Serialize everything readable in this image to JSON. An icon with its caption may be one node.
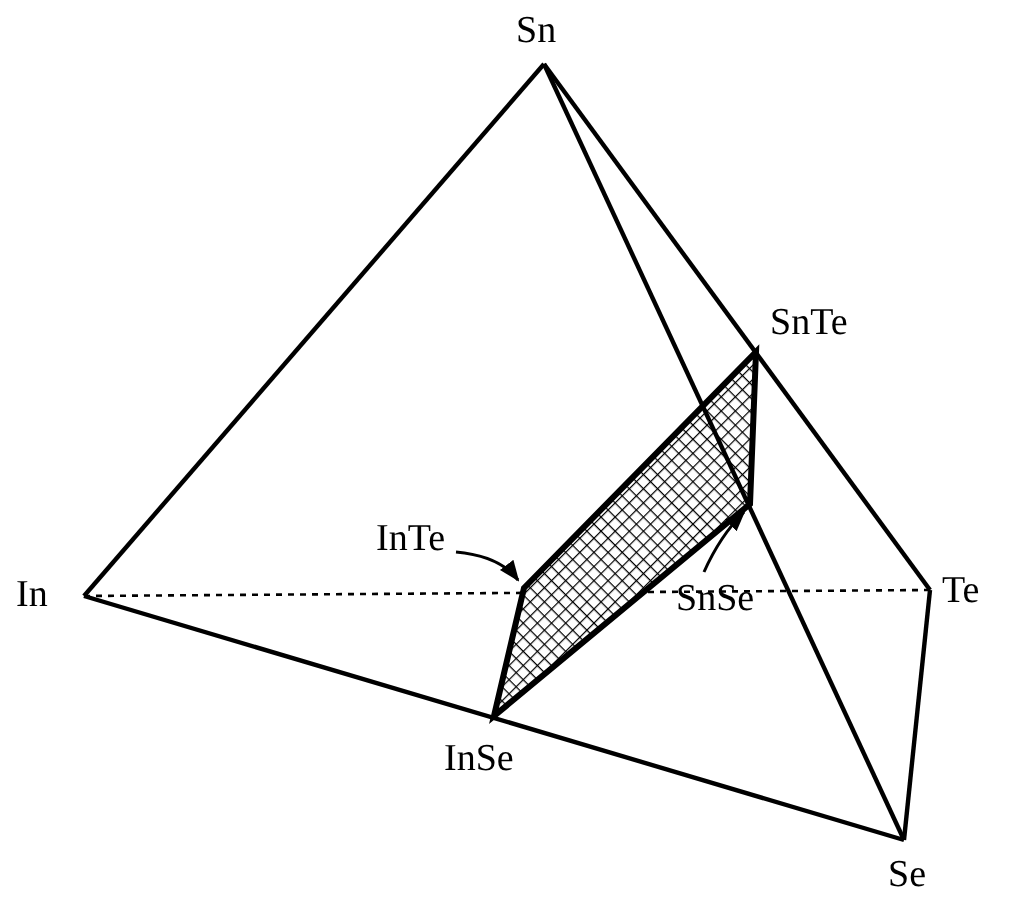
{
  "diagram": {
    "nodes": [
      {
        "text": [
          "InTe"
        ]
      },
      {
        "text": [
          "SnSe"
        ]
      }
    ],
    "edges": [
      {
        "from": 0,
        "to": null,
        "arrow": "to"
      },
      {
        "from": 1,
        "to": null,
        "arrow": "to"
      }
    ],
    "labels": [
      "Sn",
      "SnTe",
      "In",
      "Te",
      "InSe",
      "Se"
    ]
  }
}
